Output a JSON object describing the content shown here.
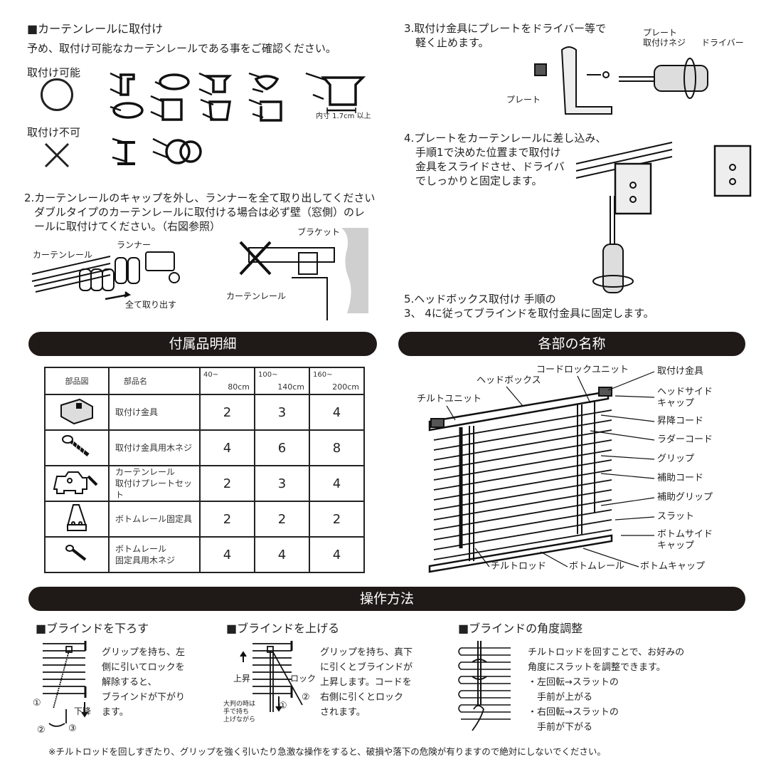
{
  "section1": {
    "title": "■カーテンレールに取付け",
    "subtitle": "予め、取付け可能なカーテンレールである事をご確認ください。",
    "ok_label": "取付け可能",
    "ok_symbol": "○",
    "ng_label": "取付け不可",
    "ng_symbol": "×",
    "dimension_note": "内寸 1.7cm 以上"
  },
  "step2": {
    "line1": "2.カーテンレールのキャップを外し、ランナーを全て取り出してください",
    "line2": "ダブルタイプのカーテンレールに取付ける場合は必ず壁（窓側）のレ",
    "line3": "ールに取付けてください。（右図参照）",
    "label_rail": "カーテンレール",
    "label_runner": "ランナー",
    "label_remove_all": "全て取り出す",
    "label_bracket": "ブラケット",
    "label_rail2": "カーテンレール"
  },
  "step3": {
    "line1": "3.取付け金具にプレートをドライバー等で",
    "line2": "軽く止めます。",
    "label_plate_screw_1": "プレート",
    "label_plate_screw_2": "取付けネジ",
    "label_driver": "ドライバー",
    "label_plate": "プレート"
  },
  "step4": {
    "line1": "4.プレートをカーテンレールに差し込み、",
    "line2": "手順1で決めた位置まで取付け",
    "line3": "金具をスライドさせ、ドライバ",
    "line4": "でしっかりと固定します。"
  },
  "step5": {
    "line1": "5.ヘッドボックス取付け 手順の",
    "line2": "3、 4に従ってブラインドを取付金具に固定します。"
  },
  "parts_section": {
    "title": "付属品明細",
    "headers": {
      "image": "部品図",
      "name": "部品名",
      "size1_a": "40~",
      "size1_b": "80cm",
      "size2_a": "100~",
      "size2_b": "140cm",
      "size3_a": "160~",
      "size3_b": "200cm"
    },
    "rows": [
      {
        "icon": "bracket-icon",
        "name_1": "取付け金具",
        "name_2": "",
        "q1": "2",
        "q2": "3",
        "q3": "4"
      },
      {
        "icon": "wood-screw-icon",
        "name_1": "取付け金具用木ネジ",
        "name_2": "",
        "q1": "4",
        "q2": "6",
        "q3": "8"
      },
      {
        "icon": "plate-set-icon",
        "name_1": "カーテンレール",
        "name_2": "取付けプレートセット",
        "q1": "2",
        "q2": "3",
        "q3": "4"
      },
      {
        "icon": "bottom-rail-holder-icon",
        "name_1": "ボトムレール固定具",
        "name_2": "",
        "q1": "2",
        "q2": "2",
        "q3": "2"
      },
      {
        "icon": "small-screw-icon",
        "name_1": "ボトムレール",
        "name_2": "固定具用木ネジ",
        "q1": "4",
        "q2": "4",
        "q3": "4"
      }
    ]
  },
  "names_section": {
    "title": "各部の名称",
    "labels": {
      "cord_lock_unit": "コードロックユニット",
      "head_box": "ヘッドボックス",
      "tilt_unit": "チルトユニット",
      "bracket": "取付け金具",
      "head_side_cap_1": "ヘッドサイド",
      "head_side_cap_2": "キャップ",
      "lift_cord": "昇降コード",
      "ladder_cord": "ラダーコード",
      "grip": "グリップ",
      "aux_cord": "補助コード",
      "aux_grip": "補助グリップ",
      "slat": "スラット",
      "bottom_side_cap_1": "ボトムサイド",
      "bottom_side_cap_2": "キャップ",
      "tilt_rod": "チルトロッド",
      "bottom_rail": "ボトムレール",
      "bottom_cap": "ボトムキャップ"
    }
  },
  "operation_section": {
    "title": "操作方法",
    "lower": {
      "heading": "■ブラインドを下ろす",
      "lines": [
        "グリップを持ち、左",
        "側に引いてロックを",
        "解除すると、",
        "ブラインドが下がり",
        "ます。"
      ],
      "label_down": "下降",
      "n1": "①",
      "n2": "②",
      "n3": "③"
    },
    "raise": {
      "heading": "■ブラインドを上げる",
      "lines": [
        "グリップを持ち、真下",
        "に引くとブラインドが",
        "上昇します。コードを",
        "右側に引くとロック",
        "されます。"
      ],
      "label_up": "上昇",
      "label_lock": "ロック",
      "note_1": "大判の時は",
      "note_2": "手で持ち",
      "note_3": "上げながら",
      "n1": "①",
      "n2": "②"
    },
    "tilt": {
      "heading": "■ブラインドの角度調整",
      "lines": [
        "チルトロッドを回すことで、お好みの",
        "角度にスラットを調整できます。",
        "・左回転→スラットの",
        "　手前が上がる",
        "・右回転→スラットの",
        "　手前が下がる"
      ]
    }
  },
  "footer_note": "※チルトロッドを回しすぎたり、グリップを強く引いたり急激な操作をすると、破損や落下の危険が有りますので絶対にしないでください。"
}
